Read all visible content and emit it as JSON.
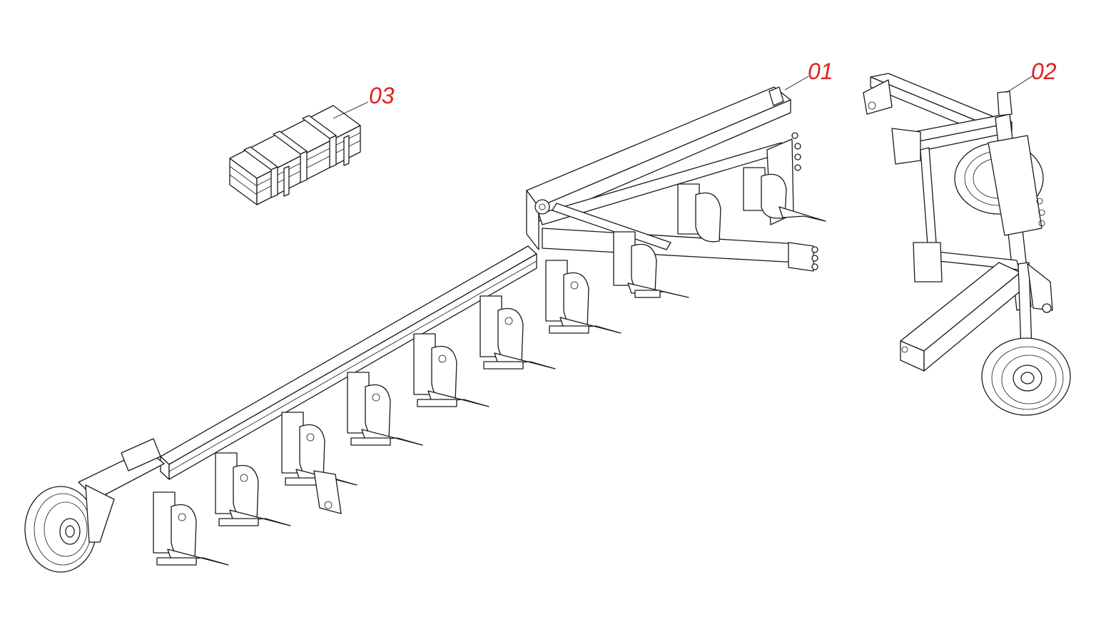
{
  "callouts": [
    {
      "id": "01",
      "label": "01",
      "part": "plough-frame"
    },
    {
      "id": "02",
      "label": "02",
      "part": "front-frame-with-wheel"
    },
    {
      "id": "03",
      "label": "03",
      "part": "parts-crate"
    }
  ],
  "colors": {
    "callout": "#e02020",
    "line": "#1a1a1a",
    "background": "#ffffff"
  }
}
